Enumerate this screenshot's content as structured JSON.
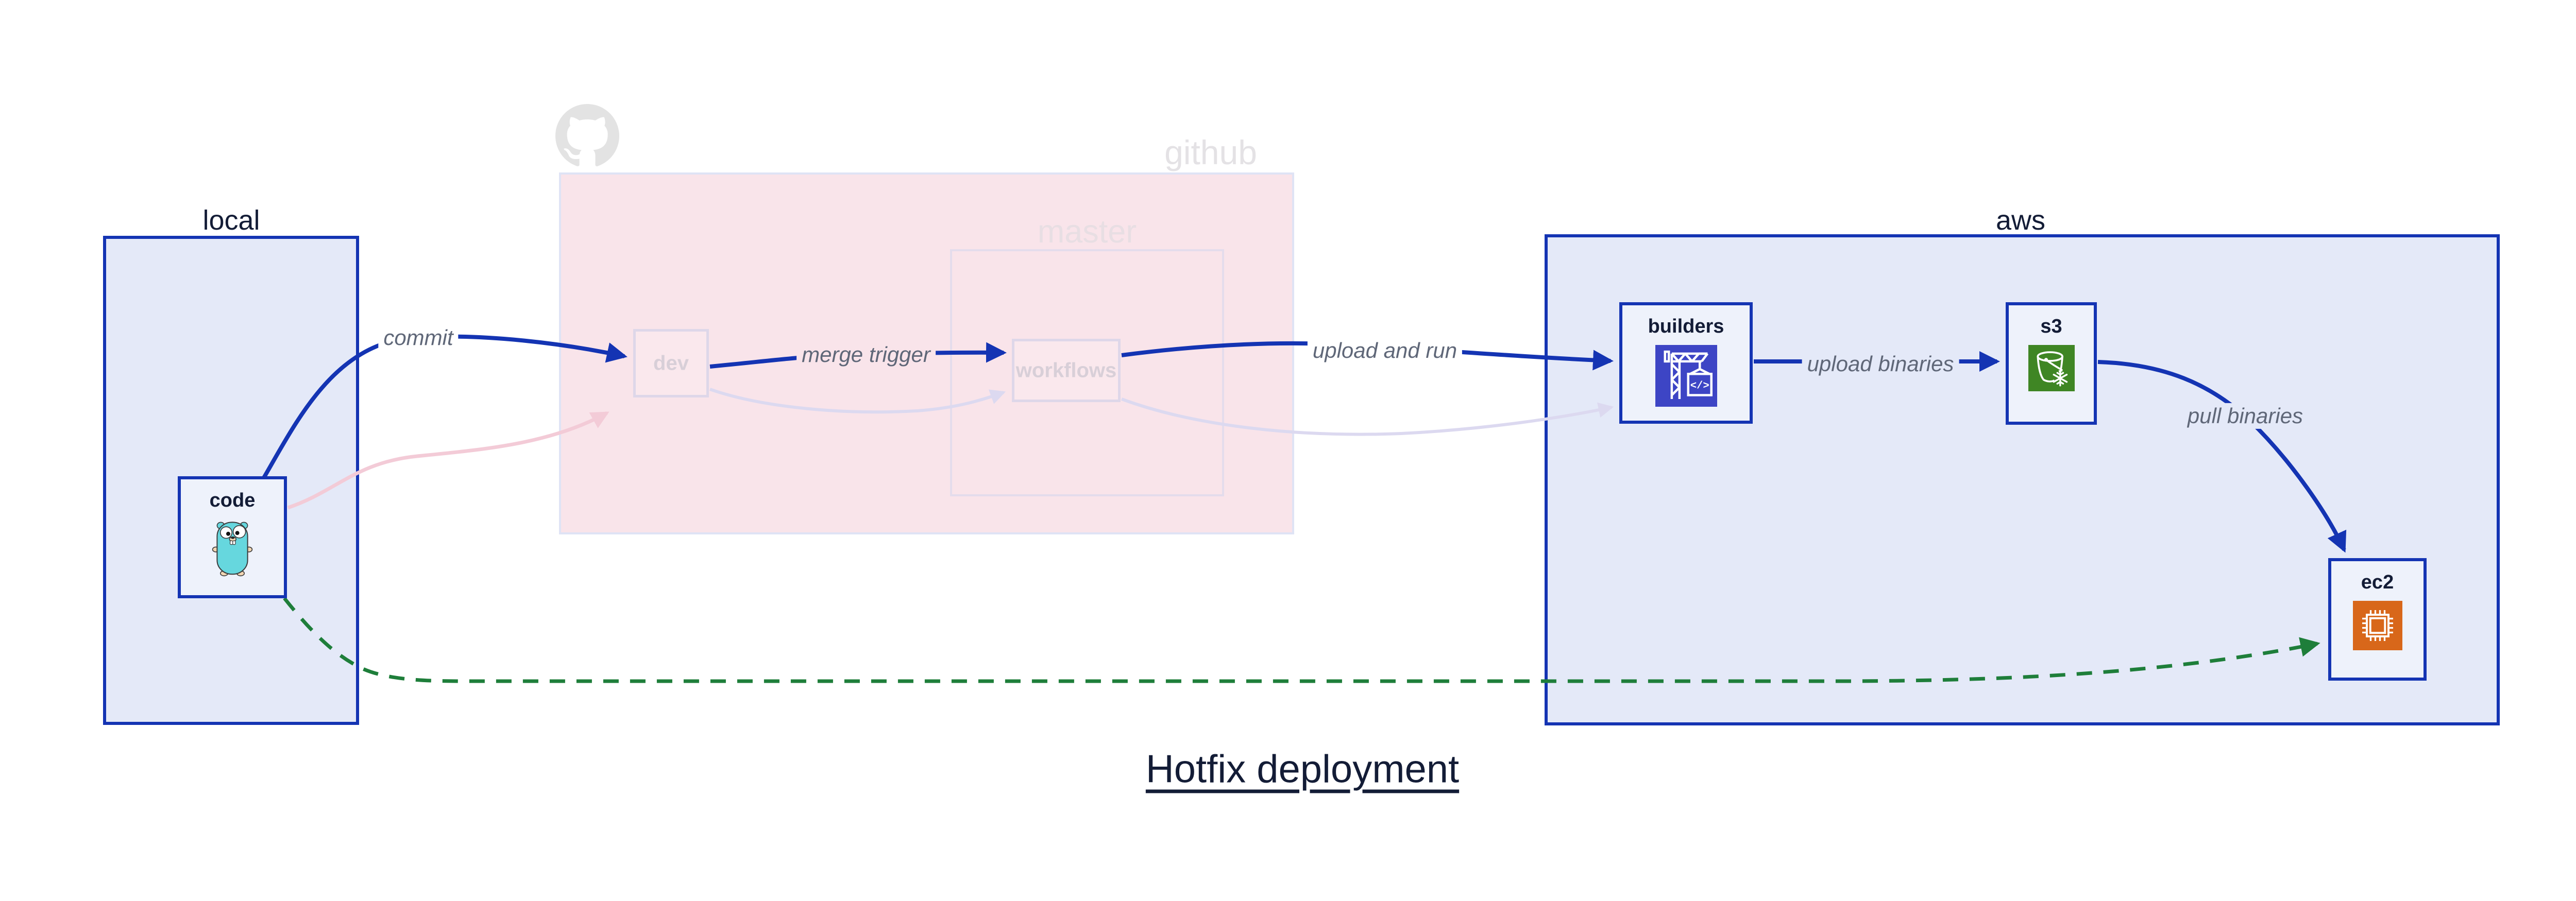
{
  "title": "Hotfix deployment",
  "groups": {
    "local": {
      "label": "local"
    },
    "github": {
      "label": "github",
      "master": "master"
    },
    "aws": {
      "label": "aws"
    }
  },
  "nodes": {
    "code": {
      "label": "code",
      "icon": "go-gopher-icon"
    },
    "dev": {
      "label": "dev"
    },
    "workflows": {
      "label": "workflows"
    },
    "builders": {
      "label": "builders",
      "icon": "codebuild-crane-icon"
    },
    "s3": {
      "label": "s3",
      "icon": "s3-glacier-bucket-icon"
    },
    "ec2": {
      "label": "ec2",
      "icon": "ec2-chip-icon"
    }
  },
  "edges": {
    "commit": {
      "from": "code",
      "to": "dev",
      "label": "commit",
      "style": "active"
    },
    "merge_trigger": {
      "from": "dev",
      "to": "workflows",
      "label": "merge trigger",
      "style": "active"
    },
    "upload_and_run": {
      "from": "workflows",
      "to": "builders",
      "label": "upload and run",
      "style": "active"
    },
    "upload_binaries": {
      "from": "builders",
      "to": "s3",
      "label": "upload binaries",
      "style": "active"
    },
    "pull_binaries": {
      "from": "s3",
      "to": "ec2",
      "label": "pull binaries",
      "style": "active"
    },
    "hotfix": {
      "from": "code",
      "to": "ec2",
      "label": "",
      "style": "green-dashed"
    },
    "faded_commit": {
      "from": "code",
      "to": "dev",
      "label": "",
      "style": "faded-pink"
    },
    "faded_merge": {
      "from": "dev",
      "to": "workflows",
      "label": "",
      "style": "faded-lavender"
    },
    "faded_upload": {
      "from": "workflows",
      "to": "builders",
      "label": "",
      "style": "faded-lavender"
    }
  },
  "colors": {
    "active_edge": "#1434b3",
    "hotfix_edge": "#1e7e3a",
    "faded_pink_edge": "#f3cbd7",
    "faded_lavender_edge": "#dcd9f0",
    "container_fill": "#e4e9f8",
    "container_border": "#1434b3",
    "github_fill": "#f9e4ea",
    "faded_border": "#ded7e9",
    "faded_text": "#d8cfd8",
    "edge_label_text": "#5f6778",
    "codebuild_icon_bg": "#3d45c5",
    "s3_icon_bg": "#3f8624",
    "ec2_icon_bg": "#d8671a",
    "octocat_gray": "#e3e3e3",
    "gopher_teal": "#66d7de",
    "title_text": "#131c36"
  }
}
